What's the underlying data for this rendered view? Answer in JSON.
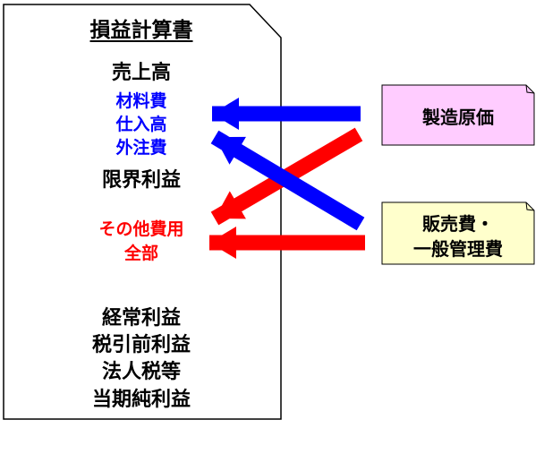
{
  "document": {
    "title": "損益計算書",
    "items": {
      "sales": "売上高",
      "materials": "材料費",
      "purchases": "仕入高",
      "outsourcing": "外注費",
      "marginal_profit": "限界利益",
      "other_expenses": "その他費用",
      "all": "全部",
      "ordinary_profit": "経常利益",
      "pretax_profit": "税引前利益",
      "corporate_tax": "法人税等",
      "net_profit": "当期純利益"
    }
  },
  "boxes": {
    "manufacturing_cost": {
      "label": "製造原価",
      "fill": "#ffccff"
    },
    "sga": {
      "line1": "販売費・",
      "line2": "一般管理費",
      "fill": "#ffffcc"
    }
  },
  "colors": {
    "blue_arrow": "#0000ff",
    "red_arrow": "#ff0000"
  }
}
